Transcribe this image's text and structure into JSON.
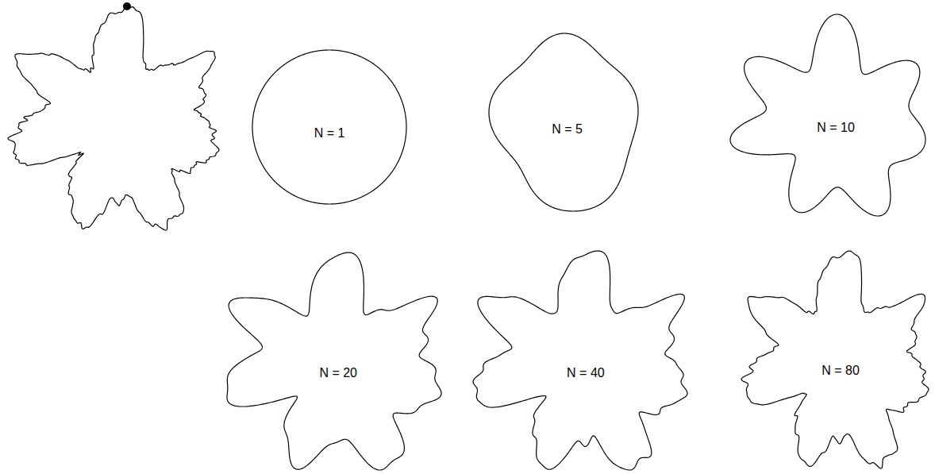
{
  "diagram": {
    "nodes": [
      {
        "text": [
          "N = 1"
        ]
      },
      {
        "text": [
          "N = 5"
        ]
      },
      {
        "text": [
          "N = 10"
        ]
      },
      {
        "text": [
          "N = 20"
        ]
      },
      {
        "text": [
          "N = 40"
        ]
      },
      {
        "text": [
          "N = 80"
        ]
      }
    ]
  }
}
